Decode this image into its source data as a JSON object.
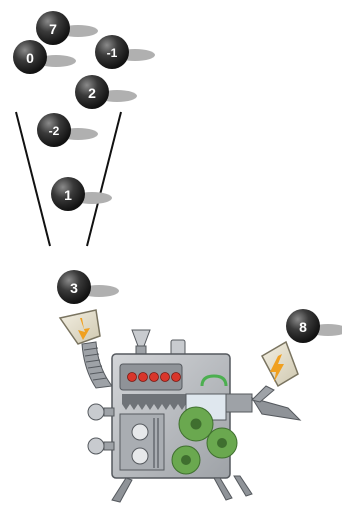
{
  "balls": [
    {
      "id": "ball-7",
      "label": "7"
    },
    {
      "id": "ball-0",
      "label": "0"
    },
    {
      "id": "ball-neg1",
      "label": "-1"
    },
    {
      "id": "ball-2",
      "label": "2"
    },
    {
      "id": "ball-neg2",
      "label": "-2"
    },
    {
      "id": "ball-1",
      "label": "1"
    },
    {
      "id": "ball-3",
      "label": "3"
    },
    {
      "id": "ball-8",
      "label": "8"
    }
  ],
  "colors": {
    "ball_dark": "#3a3a3a",
    "ball_shadow": "#a8a8a8",
    "machine_body": "#b9bcc0",
    "machine_dark": "#6f7378",
    "gear_green": "#6aa84f",
    "lights_red": "#d9362b",
    "funnel_in": "#e8e2cf",
    "arrow_orange": "#f0a020",
    "handle_green": "#4caf50"
  }
}
